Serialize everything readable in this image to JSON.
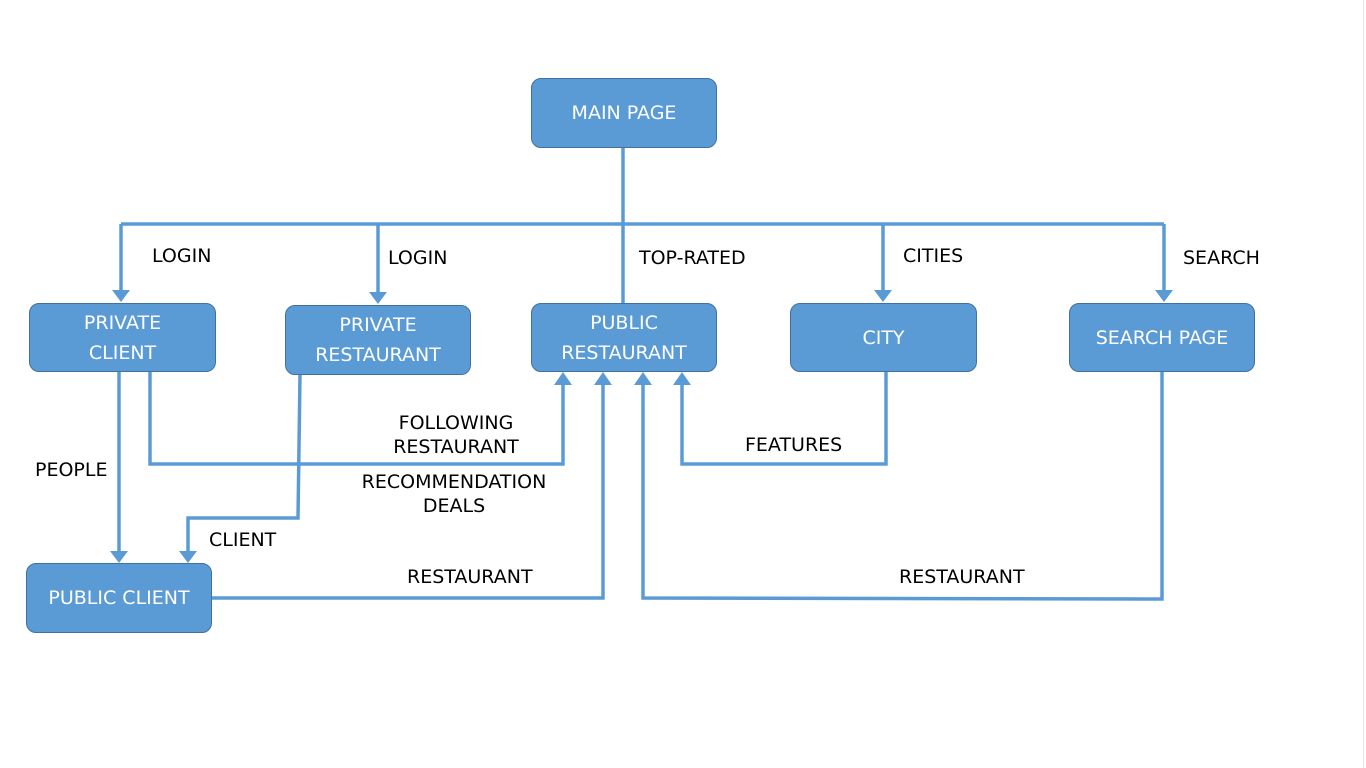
{
  "nodes": {
    "main_page": [
      "MAIN PAGE"
    ],
    "private_client": [
      "PRIVATE",
      "CLIENT"
    ],
    "private_restaurant": [
      "PRIVATE",
      "RESTAURANT"
    ],
    "public_restaurant": [
      "PUBLIC",
      "RESTAURANT"
    ],
    "city": [
      "CITY"
    ],
    "search_page": [
      "SEARCH PAGE"
    ],
    "public_client": [
      "PUBLIC CLIENT"
    ]
  },
  "edge_labels": {
    "login_client": "LOGIN",
    "login_restaurant": "LOGIN",
    "top_rated": "TOP-RATED",
    "cities": "CITIES",
    "search": "SEARCH",
    "following_restaurant": [
      "FOLLOWING",
      "RESTAURANT"
    ],
    "recommendation_deals": [
      "RECOMMENDATION",
      "DEALS"
    ],
    "features": "FEATURES",
    "people": "PEOPLE",
    "client": "CLIENT",
    "restaurant_from_client": "RESTAURANT",
    "restaurant_from_search": "RESTAURANT"
  },
  "colors": {
    "node_fill": "#5b9bd5",
    "node_border": "#41719c",
    "node_text": "#ffffff",
    "connector": "#5b9bd5",
    "label_text": "#000000"
  }
}
